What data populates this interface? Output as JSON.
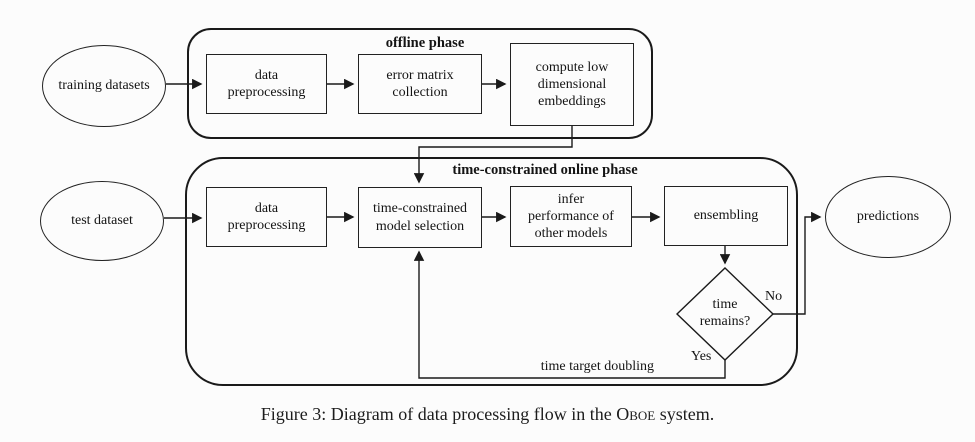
{
  "colors": {
    "background": "#fcfcfc",
    "line": "#1a1a1a",
    "text": "#141414"
  },
  "offline_phase": {
    "title": "offline phase",
    "input_ellipse": "training datasets",
    "boxes": [
      {
        "label": "data\npreprocessing"
      },
      {
        "label": "error matrix\ncollection"
      },
      {
        "label": "compute low\ndimensional\nembeddings"
      }
    ]
  },
  "online_phase": {
    "title": "time-constrained online phase",
    "input_ellipse": "test dataset",
    "output_ellipse": "predictions",
    "boxes": [
      {
        "label": "data\npreprocessing"
      },
      {
        "label": "time-constrained\nmodel selection"
      },
      {
        "label": "infer\nperformance of\nother models"
      },
      {
        "label": "ensembling"
      }
    ],
    "decision": {
      "label": "time\nremains?",
      "no_label": "No",
      "yes_label": "Yes",
      "loop_label": "time target doubling"
    }
  },
  "caption": {
    "prefix": "Figure 3: Diagram of data processing flow in the ",
    "system_name": "Oboe",
    "suffix": " system."
  }
}
